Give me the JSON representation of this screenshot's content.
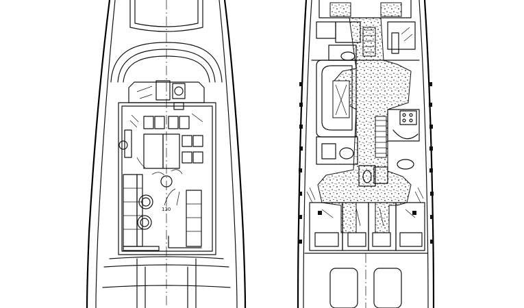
{
  "plans": [
    {
      "id": "flybridge-deck-plan"
    },
    {
      "id": "lower-deck-plan"
    }
  ],
  "colors": {
    "ink": "#111111",
    "paper": "#ffffff"
  },
  "markings": {
    "dim_label": "130"
  }
}
